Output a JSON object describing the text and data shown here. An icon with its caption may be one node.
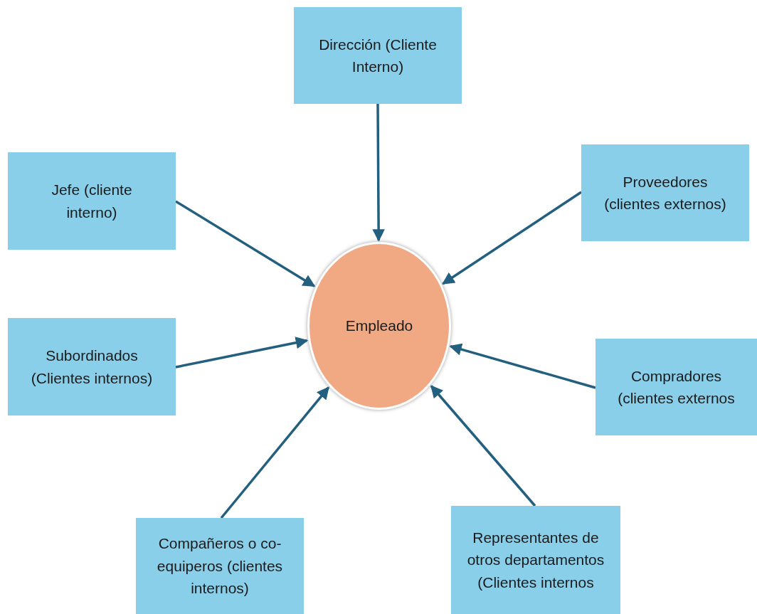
{
  "diagram": {
    "nodes": [
      {
        "text": [
          "Dirección (Cliente Interno)"
        ]
      },
      {
        "text": [
          "Jefe (cliente interno)"
        ]
      },
      {
        "text": [
          "Proveedores (clientes externos)"
        ]
      },
      {
        "text": [
          "Empleado"
        ]
      },
      {
        "text": [
          "Subordinados (Clientes internos)"
        ]
      },
      {
        "text": [
          "Compradores (clientes externos"
        ]
      },
      {
        "text": [
          "Compañeros o co-equiperos (clientes internos)"
        ]
      },
      {
        "text": [
          "Representantes de otros departamentos (Clientes internos"
        ]
      }
    ],
    "edges": [
      {
        "from": 0,
        "to": 3,
        "arrow": "to"
      },
      {
        "from": 1,
        "to": 3,
        "arrow": "to"
      },
      {
        "from": 2,
        "to": 3,
        "arrow": "to"
      },
      {
        "from": 4,
        "to": 3,
        "arrow": "to"
      },
      {
        "from": 5,
        "to": 3,
        "arrow": "to"
      },
      {
        "from": 6,
        "to": 3,
        "arrow": "to"
      },
      {
        "from": 7,
        "to": 3,
        "arrow": "to"
      }
    ]
  }
}
